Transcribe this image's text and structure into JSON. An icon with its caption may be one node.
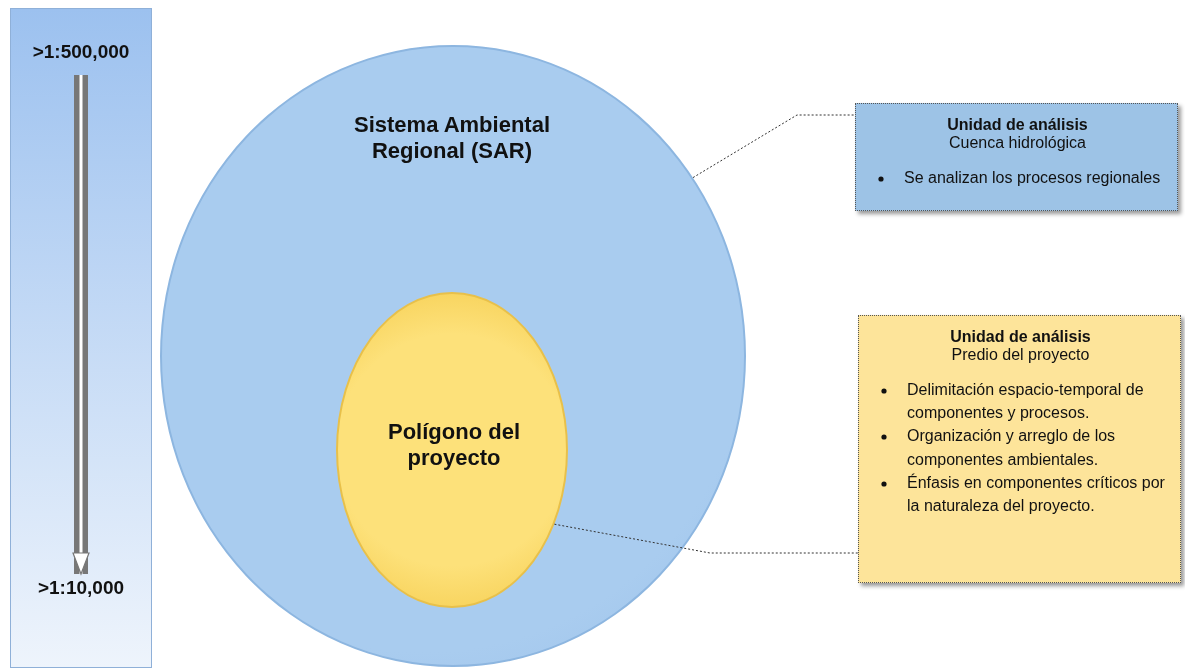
{
  "diagram": {
    "nodes": [
      {
        "text": [],
        "shape": "bar"
      },
      {
        "text": [
          ">1:500,000"
        ],
        "in": 0
      },
      {
        "text": [
          ">1:10,000"
        ],
        "in": 0
      },
      {
        "text": [
          "Sistema Ambiental Regional (SAR)"
        ]
      },
      {
        "text": [
          "Polígono del proyecto"
        ],
        "in": 3
      },
      {
        "text": [
          "Unidad de análisis",
          "Cuenca hidrológica",
          "Se analizan los procesos regionales"
        ]
      },
      {
        "text": [
          "Unidad de análisis",
          "Predio del proyecto",
          "Delimitación espacio-temporal de componentes y procesos.",
          "Organización y arreglo de los componentes ambientales.",
          "Énfasis en componentes críticos por la naturaleza del proyecto."
        ]
      }
    ],
    "edges": [
      {
        "from": 1,
        "to": 2,
        "arrow": "to",
        "style": "thick"
      },
      {
        "from": 3,
        "to": 5,
        "arrow": "none",
        "style": "dashed"
      },
      {
        "from": 4,
        "to": 6,
        "arrow": "none",
        "style": "dashed"
      }
    ]
  }
}
